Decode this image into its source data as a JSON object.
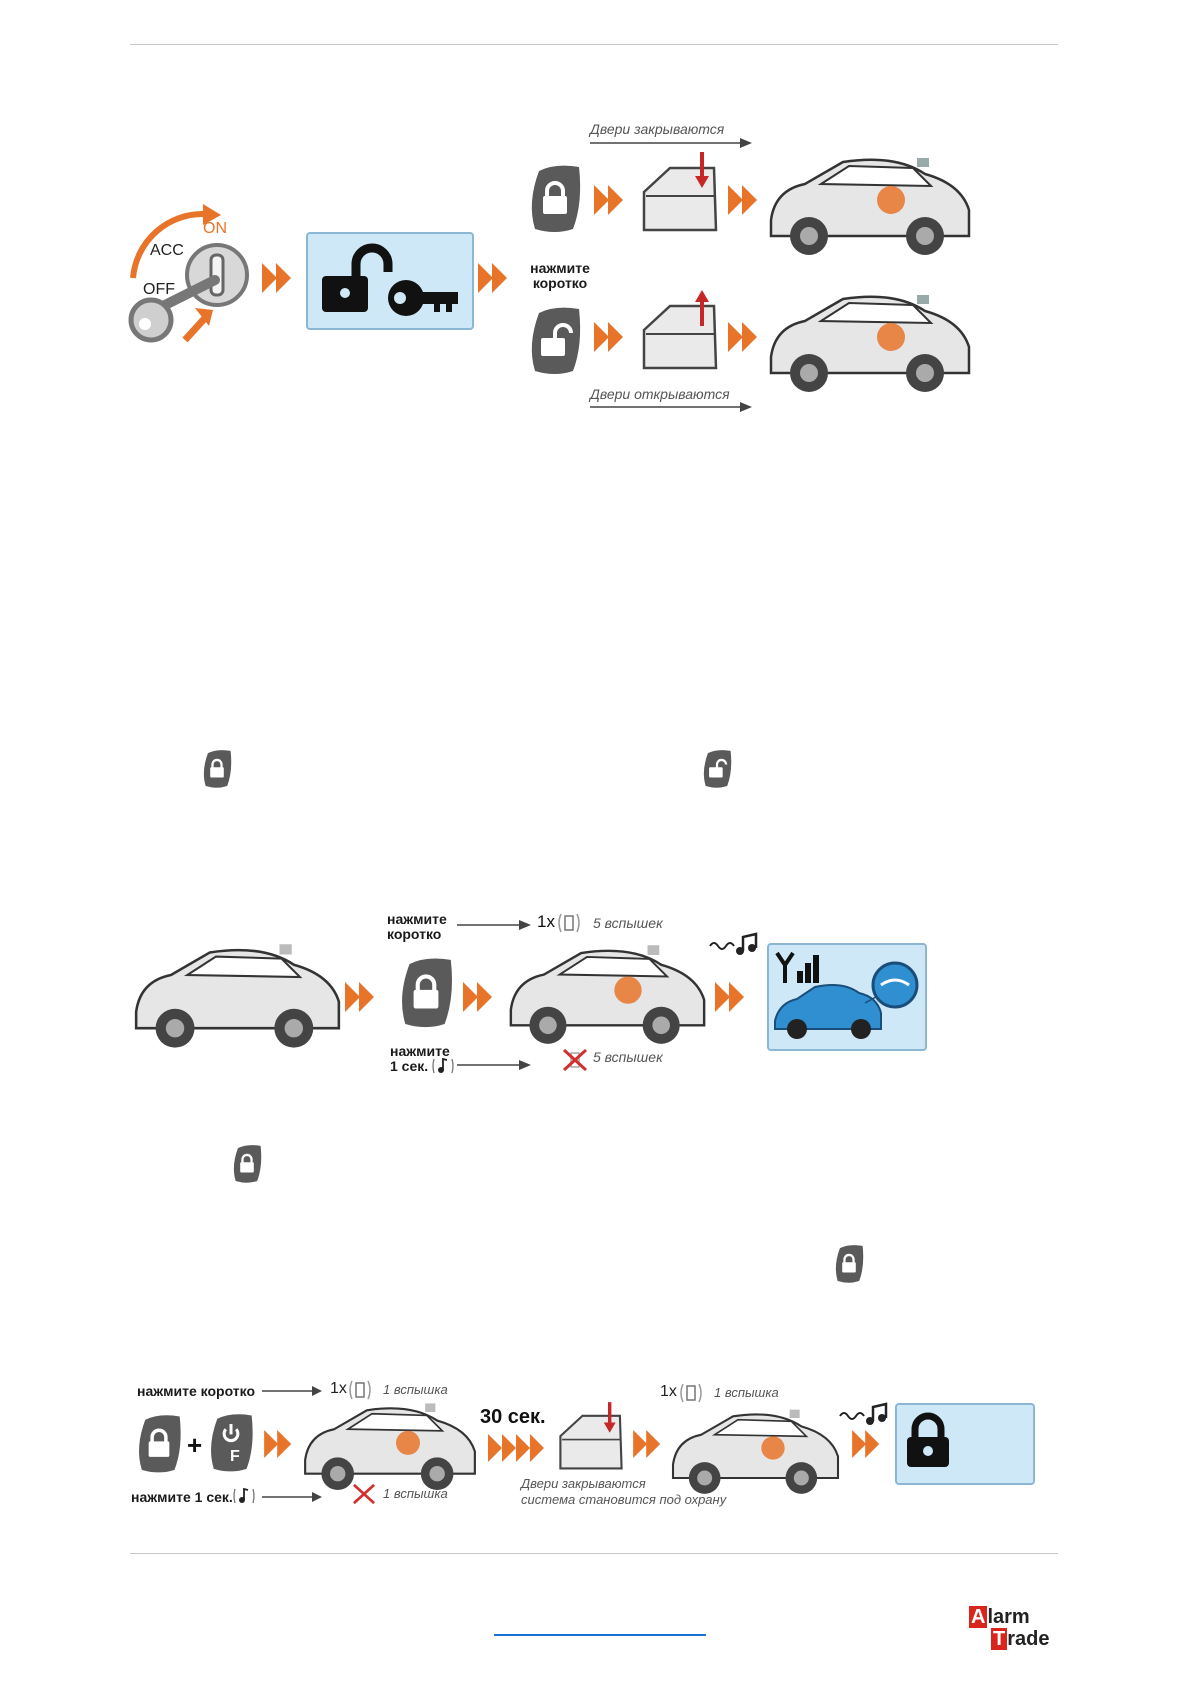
{
  "ignition": {
    "acc": "ACC",
    "on": "ON",
    "off": "OFF"
  },
  "fig1": {
    "press_short": "нажмите\nкоротко",
    "doors_close": "Двери закрываются",
    "doors_open": "Двери открываются"
  },
  "fig2": {
    "press_short": "нажмите\nкоротко",
    "press_1sec": "нажмите\n1 сек.",
    "count_1x": "1x",
    "flashes_5_top": "5 вспышек",
    "flashes_5_bottom": "5 вспышек"
  },
  "fig3": {
    "press_short": "нажмите коротко",
    "press_1sec": "нажмите 1 сек.",
    "count_1x_a": "1x",
    "flash_1_a": "1 вспышка",
    "flash_1_b": "1 вспышка",
    "count_1x_b": "1x",
    "flash_1_c": "1 вспышка",
    "delay": "30 сек.",
    "doors_close_line1": "Двери закрываются",
    "doors_close_line2": "система становится под охрану",
    "plus": "+",
    "f_key": "F"
  },
  "logo": {
    "line1_first": "A",
    "line1_rest": "larm",
    "line2_first": "T",
    "line2_rest": "rade"
  },
  "colors": {
    "accent": "#e8742a",
    "remote": "#555555",
    "lcd": "#cfe8f7",
    "logo_red": "#d9261c",
    "link": "#1a6fd8"
  }
}
